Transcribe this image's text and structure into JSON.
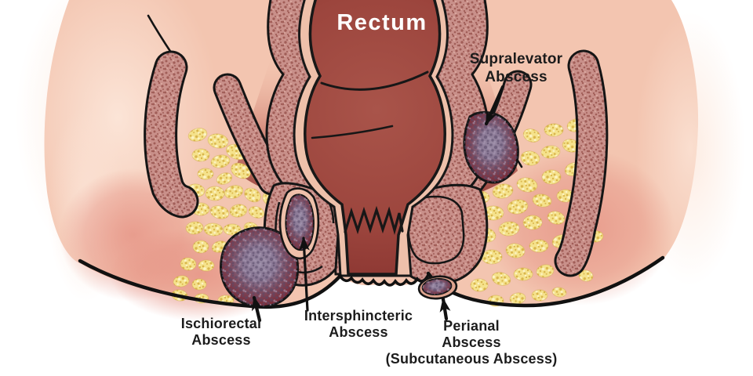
{
  "diagram": {
    "labels": {
      "rectum": "Rectum",
      "supralevator": "Supralevator\nAbscess",
      "ischiorectal": "Ischiorectal\nAbscess",
      "intersphincteric": "Intersphincteric\nAbscess",
      "perianal": "Perianal\nAbscess\n(Subcutaneous Abscess)"
    },
    "colors": {
      "background": "#ffffff",
      "skin": "#f3c5b0",
      "skin_highlight": "#fbe4d7",
      "blush": "#e59183",
      "rectum_lumen": "#9c453d",
      "mucosa_lining": "#eec0aa",
      "muscle": "#c9908a",
      "muscle_speckle": "#a15e58",
      "fat": "#f5e28c",
      "fat_speckle": "#d9b54b",
      "abscess_rim": "#722832",
      "abscess_core": "#8a7794",
      "outline": "#141414",
      "label_text": "#1c1c1c",
      "rectum_label_text": "#ffffff"
    }
  }
}
